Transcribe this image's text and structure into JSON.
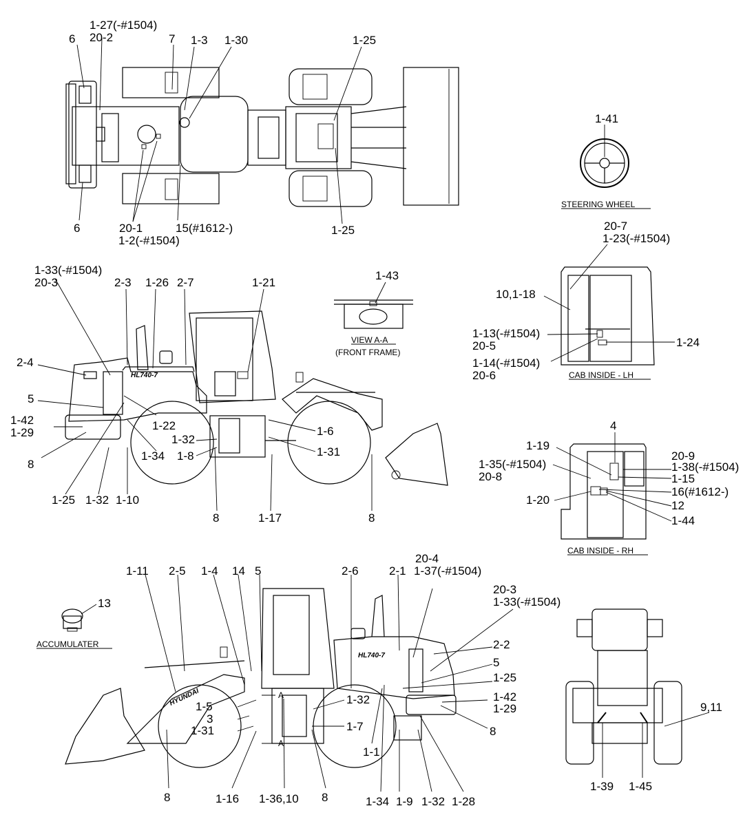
{
  "captions": {
    "steering_wheel": "STEERING WHEEL",
    "view_aa": "VIEW A-A",
    "front_frame": "(FRONT FRAME)",
    "cab_inside_lh": "CAB INSIDE - LH",
    "cab_inside_rh": "CAB INSIDE - RH",
    "accumulater": "ACCUMULATER"
  },
  "badges": {
    "model": "HL740-7",
    "brand": "HYUNDAI",
    "arrow_a": "A"
  },
  "labels": [
    "1-27(-#1504)",
    "20-2",
    "6",
    "7",
    "1-3",
    "1-30",
    "1-25",
    "6",
    "20-1",
    "1-2(-#1504)",
    "15(#1612-)",
    "1-25",
    "1-41",
    "1-33(-#1504)",
    "20-3",
    "2-3",
    "1-26",
    "2-7",
    "1-21",
    "2-4",
    "5",
    "1-42",
    "1-29",
    "1-22",
    "1-34",
    "1-32",
    "1-8",
    "1-6",
    "1-31",
    "8",
    "1-25",
    "1-32",
    "1-10",
    "8",
    "1-17",
    "8",
    "1-43",
    "20-7",
    "1-23(-#1504)",
    "10,1-18",
    "1-13(-#1504)",
    "20-5",
    "1-14(-#1504)",
    "20-6",
    "1-24",
    "4",
    "1-19",
    "1-35(-#1504)",
    "20-8",
    "20-9",
    "1-38(-#1504)",
    "1-15",
    "16(#1612-)",
    "1-20",
    "12",
    "1-44",
    "13",
    "1-11",
    "2-5",
    "1-4",
    "14",
    "5",
    "2-6",
    "2-1",
    "20-4",
    "1-37(-#1504)",
    "20-3",
    "1-33(-#1504)",
    "2-2",
    "5",
    "1-25",
    "1-42",
    "1-29",
    "1-32",
    "1-5",
    "3",
    "1-31",
    "1-7",
    "1-1",
    "8",
    "8",
    "1-16",
    "1-36,10",
    "8",
    "1-34",
    "1-9",
    "1-32",
    "1-28",
    "9,11",
    "1-39",
    "1-45"
  ]
}
